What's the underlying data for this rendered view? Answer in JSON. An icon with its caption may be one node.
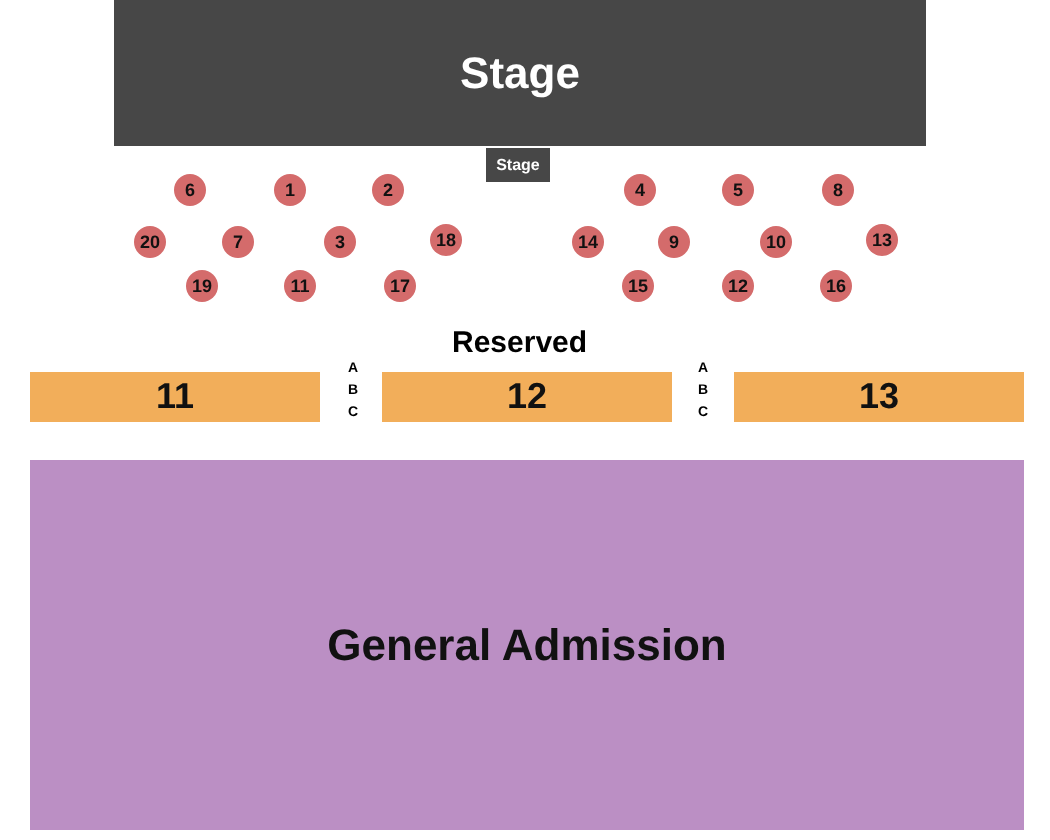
{
  "diagram": {
    "nodes": [
      {
        "text": [
          "Stage"
        ]
      },
      {
        "text": [
          "Stage"
        ]
      },
      {
        "text": [
          "6"
        ]
      },
      {
        "text": [
          "1"
        ]
      },
      {
        "text": [
          "2"
        ]
      },
      {
        "text": [
          "4"
        ]
      },
      {
        "text": [
          "5"
        ]
      },
      {
        "text": [
          "8"
        ]
      },
      {
        "text": [
          "20"
        ]
      },
      {
        "text": [
          "7"
        ]
      },
      {
        "text": [
          "3"
        ]
      },
      {
        "text": [
          "18"
        ]
      },
      {
        "text": [
          "14"
        ]
      },
      {
        "text": [
          "9"
        ]
      },
      {
        "text": [
          "10"
        ]
      },
      {
        "text": [
          "13"
        ]
      },
      {
        "text": [
          "19"
        ]
      },
      {
        "text": [
          "11"
        ]
      },
      {
        "text": [
          "17"
        ]
      },
      {
        "text": [
          "15"
        ]
      },
      {
        "text": [
          "12"
        ]
      },
      {
        "text": [
          "16"
        ]
      },
      {
        "text": [
          "11"
        ]
      },
      {
        "text": [
          "12"
        ]
      },
      {
        "text": [
          "13"
        ]
      },
      {
        "text": [
          "General Admission"
        ]
      }
    ],
    "labels": [
      "Reserved",
      "A",
      "B",
      "C",
      "A",
      "B",
      "C"
    ]
  }
}
